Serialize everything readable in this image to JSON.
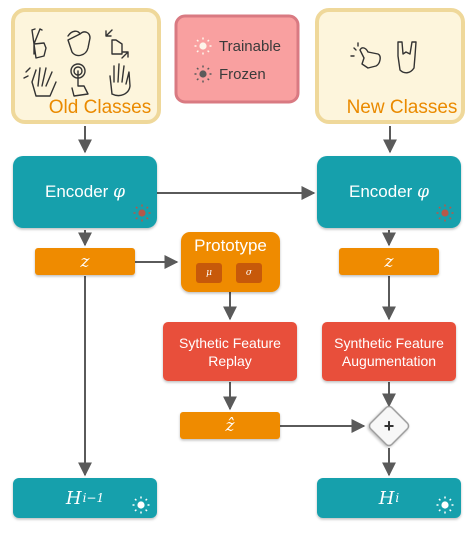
{
  "old_classes": {
    "title": "Old Classes"
  },
  "new_classes": {
    "title": "New Classes"
  },
  "legend": {
    "trainable": "Trainable",
    "frozen": "Frozen"
  },
  "encoder": {
    "label": "Encoder",
    "symbol": "φ"
  },
  "latent": {
    "symbol": "z",
    "hat_symbol": "ẑ"
  },
  "prototype": {
    "title": "Prototype",
    "mu": "μ",
    "sigma": "σ"
  },
  "replay": {
    "line1": "Sythetic Feature",
    "line2": "Replay"
  },
  "augmentation": {
    "line1": "Synthetic Feature",
    "line2": "Augumentation"
  },
  "merge": {
    "symbol": "+"
  },
  "heads": {
    "old": {
      "symbol": "H",
      "subscript": "i−1"
    },
    "new": {
      "symbol": "H",
      "subscript": "i"
    }
  },
  "colors": {
    "teal": "#16a0ac",
    "orange": "#ef8b00",
    "red": "#e8503a",
    "cream_fill": "#fdf5dc",
    "cream_border": "#efd89a",
    "legend_fill": "#f9a0a0",
    "legend_border": "#d97a82"
  }
}
